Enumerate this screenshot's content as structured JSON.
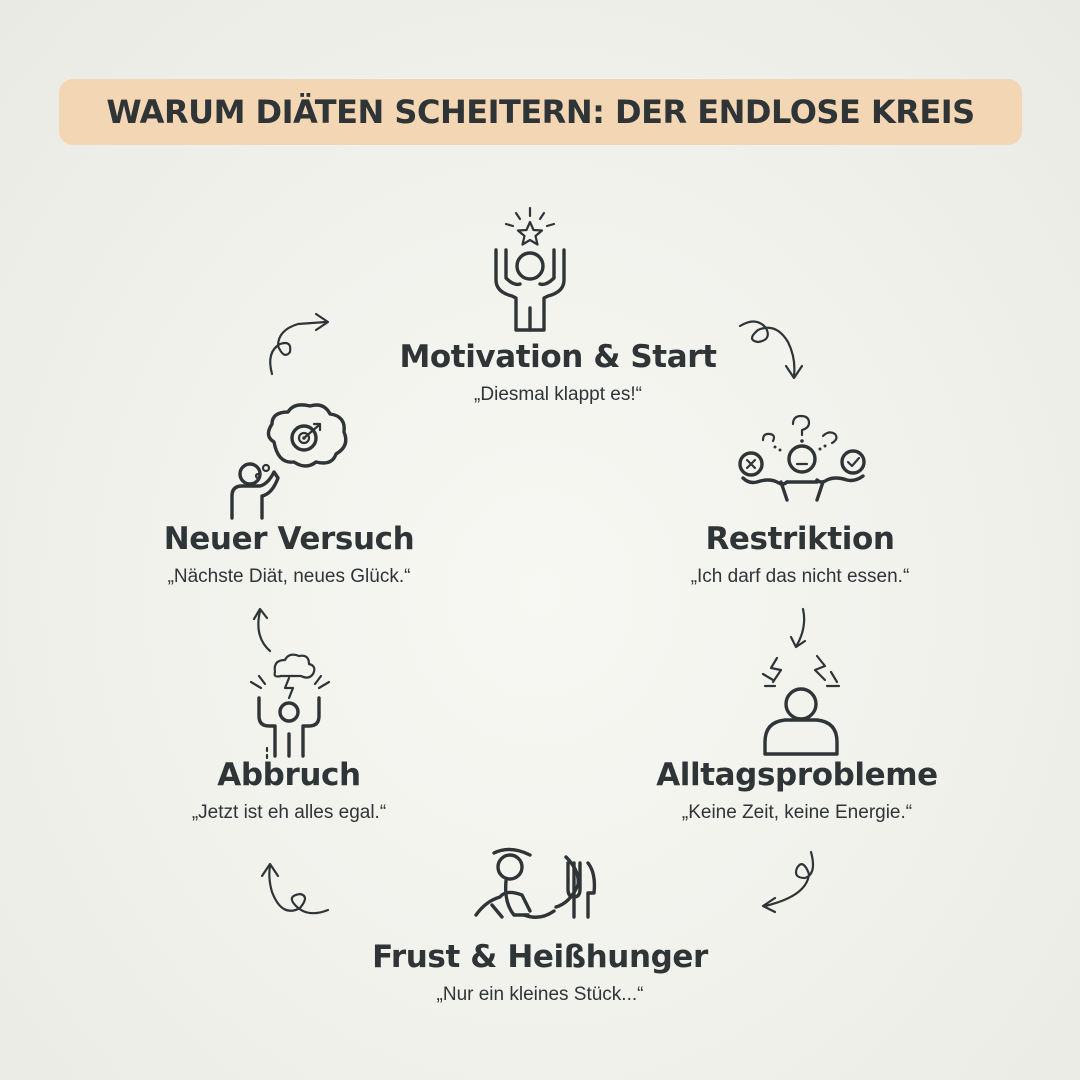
{
  "title": "WARUM DIÄTEN SCHEITERN: DER ENDLOSE KREIS",
  "colors": {
    "title_background": "#f3d6b4",
    "text": "#2f3436",
    "background": "#f1f1ec"
  },
  "stages": [
    {
      "title": "Motivation & Start",
      "quote": "„Diesmal klappt es!“",
      "icon": "cheering-person-star-icon"
    },
    {
      "title": "Restriktion",
      "quote": "„Ich darf das nicht essen.“",
      "icon": "confused-person-balance-icon"
    },
    {
      "title": "Alltagsprobleme",
      "quote": "„Keine Zeit, keine Energie.“",
      "icon": "stressed-person-lightning-icon"
    },
    {
      "title": "Frust & Heißhunger",
      "quote": "„Nur ein kleines Stück...“",
      "icon": "sad-person-plate-icon"
    },
    {
      "title": "Abbruch",
      "quote": "„Jetzt ist eh alles egal.“",
      "icon": "frustrated-person-storm-icon"
    },
    {
      "title": "Neuer Versuch",
      "quote": "„Nächste Diät, neues Glück.“",
      "icon": "thinking-person-target-icon"
    }
  ],
  "arrows": [
    "curved-arrow-icon",
    "curved-arrow-icon",
    "curved-arrow-icon",
    "curved-arrow-icon",
    "curved-arrow-icon",
    "curved-arrow-icon"
  ]
}
